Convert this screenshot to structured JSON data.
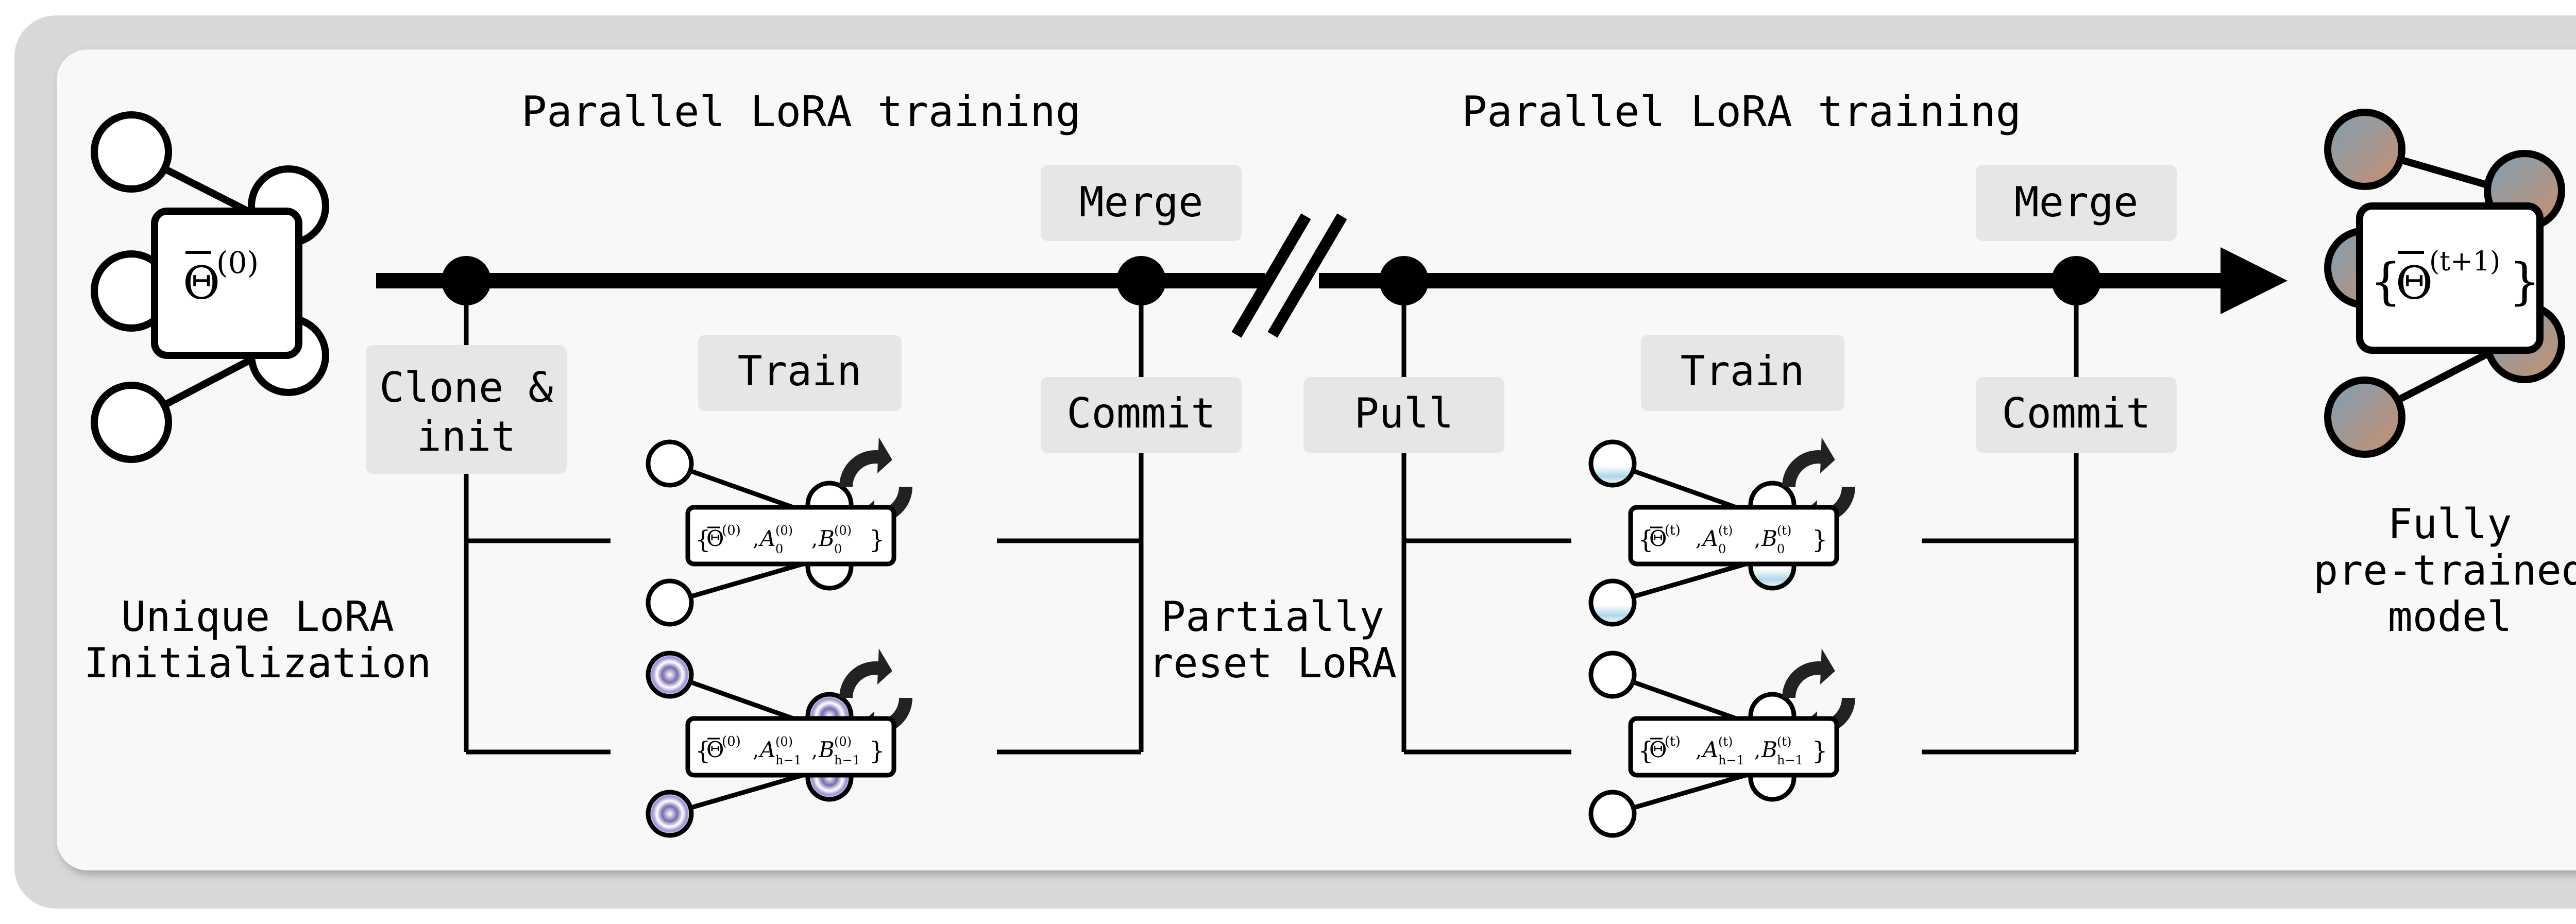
{
  "phase1": {
    "heading": "Parallel LoRA training",
    "merge": "Merge",
    "clone": [
      "Clone &",
      "init"
    ],
    "train": "Train",
    "commit": "Commit",
    "model_top": {
      "brace_open": "{",
      "theta": "Θ",
      "sup": "(0)",
      "a": "A",
      "a_sub": "0",
      "a_sup": "(0)",
      "b": "B",
      "b_sub": "0",
      "b_sup": "(0)",
      "brace_close": "}"
    },
    "model_bottom": {
      "brace_open": "{",
      "theta": "Θ",
      "sup": "(0)",
      "a": "A",
      "a_sub": "h−1",
      "a_sup": "(0)",
      "b": "B",
      "b_sub": "h−1",
      "b_sup": "(0)",
      "brace_close": "}"
    }
  },
  "phase2": {
    "heading": "Parallel LoRA training",
    "merge": "Merge",
    "pull": "Pull",
    "train": "Train",
    "commit": "Commit",
    "model_top": {
      "brace_open": "{",
      "theta": "Θ",
      "sup": "(t)",
      "a": "A",
      "a_sub": "0",
      "a_sup": "(t)",
      "b": "B",
      "b_sub": "0",
      "b_sup": "(t)",
      "brace_close": "}"
    },
    "model_bottom": {
      "brace_open": "{",
      "theta": "Θ",
      "sup": "(t)",
      "a": "A",
      "a_sub": "h−1",
      "a_sup": "(t)",
      "b": "B",
      "b_sub": "h−1",
      "b_sup": "(t)",
      "brace_close": "}"
    }
  },
  "initial_model": {
    "theta": "Θ",
    "sup": "(0)"
  },
  "final_model": {
    "brace_open": "{",
    "theta": "Θ",
    "sup": "(t+1)",
    "brace_close": "}"
  },
  "labels": {
    "unique_init": [
      "Unique LoRA",
      "Initialization"
    ],
    "partial_reset": [
      "Partially",
      "reset LoRA"
    ],
    "fully_pretrained": [
      "Fully",
      "pre-trained",
      "model"
    ]
  },
  "colors": {
    "line": "#000000",
    "tag_bg": "#e6e6e6",
    "panel_bg": "#f8f8f8",
    "outer_bg": "#d8d8d8",
    "gradient_blue": "#7e9fb5",
    "gradient_orange": "#c98f6e",
    "purple_tint": "#7a6ab0",
    "blue_tint": "#aed6ea"
  }
}
